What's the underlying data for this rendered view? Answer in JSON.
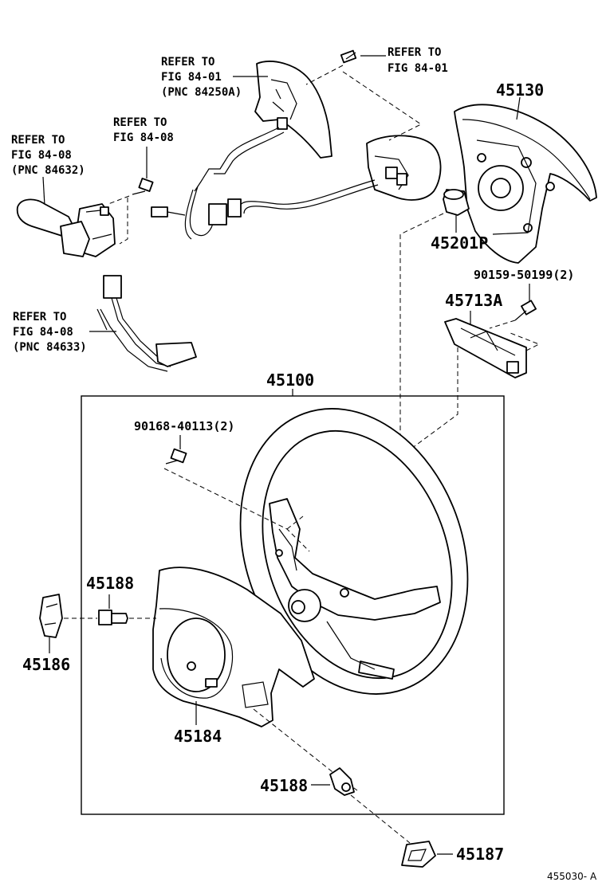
{
  "refs": {
    "fig8401_top": {
      "l1": "REFER TO",
      "l2": "FIG 84-01"
    },
    "fig8401_left": {
      "l1": "REFER TO",
      "l2": "FIG 84-01",
      "l3": "(PNC 84250A)"
    },
    "fig8408_a": {
      "l1": "REFER TO",
      "l2": "FIG 84-08"
    },
    "fig8408_b": {
      "l1": "REFER TO",
      "l2": "FIG 84-08",
      "l3": "(PNC 84632)"
    },
    "fig8408_c": {
      "l1": "REFER TO",
      "l2": "FIG 84-08",
      "l3": "(PNC 84633)"
    }
  },
  "parts": {
    "p45130": "45130",
    "p45201p": "45201P",
    "p90159": "90159-50199(2)",
    "p45713a": "45713A",
    "p45100": "45100",
    "p90168": "90168-40113(2)",
    "p45188_top": "45188",
    "p45186": "45186",
    "p45184": "45184",
    "p45188_bottom": "45188",
    "p45187": "45187"
  },
  "illustration_code": "455030- A"
}
